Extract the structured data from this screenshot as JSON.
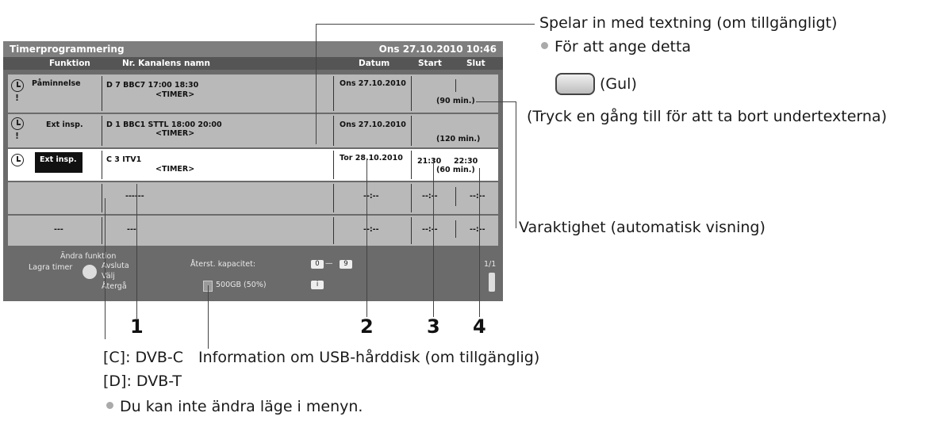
{
  "screen": {
    "title": "Timerprogrammering",
    "datetime": "Ons 27.10.2010 10:46",
    "headers": {
      "funktion": "Funktion",
      "nr_kanal": "Nr. Kanalens namn",
      "datum": "Datum",
      "start": "Start",
      "slut": "Slut"
    },
    "rows": [
      {
        "funktion": "Påminnelse",
        "kanal": "D 7 BBC7 17:00 18:30",
        "timer": "<TIMER>",
        "datum": "Ons 27.10.2010",
        "start": "",
        "slut": "",
        "duration": "(90 min.)"
      },
      {
        "funktion": "Ext insp.",
        "kanal": "D 1 BBC1 STTL 18:00 20:00",
        "timer": "<TIMER>",
        "datum": "Ons 27.10.2010",
        "start": "",
        "slut": "",
        "duration": "(120 min.)"
      },
      {
        "funktion": "Ext insp.",
        "kanal": "C 3 ITV1",
        "timer": "<TIMER>",
        "datum": "Tor 28.10.2010",
        "start": "21:30",
        "slut": "22:30",
        "duration": "(60 min.)"
      },
      {
        "funktion": "",
        "kanal": "------",
        "timer": "",
        "datum": "--:--",
        "start": "--:--",
        "slut": "--:--",
        "duration": ""
      },
      {
        "funktion": "---",
        "kanal": "---",
        "timer": "",
        "datum": "--:--",
        "start": "--:--",
        "slut": "--:--",
        "duration": ""
      }
    ],
    "footer": {
      "andra_funktion": "Ändra funktion",
      "lagra_timer": "Lagra timer",
      "avsluta": "Avsluta",
      "valj": "Välj",
      "atergå": "Återgå",
      "kapacitet": "Återst. kapacitet:",
      "hdd": "500GB (50%)",
      "key_0": "0",
      "key_9": "9",
      "page": "1/1"
    }
  },
  "callouts": {
    "textning": "Spelar in med textning (om tillgängligt)",
    "ange": "För att ange detta",
    "gul": "(Gul)",
    "tryck": "(Tryck en gång till för att ta bort undertexterna)",
    "varaktighet": "Varaktighet (automatisk visning)",
    "dvbc": "[C]: DVB-C",
    "dvbt": "[D]: DVB-T",
    "andra_lage": "Du kan inte ändra läge i menyn.",
    "usb": "Information om USB-hårddisk (om tillgänglig)",
    "n1": "1",
    "n2": "2",
    "n3": "3",
    "n4": "4"
  },
  "colors": {
    "screen_bg": "#6b6b6b",
    "row_gray": "#b9b9b9",
    "row_selected": "#ffffff"
  }
}
